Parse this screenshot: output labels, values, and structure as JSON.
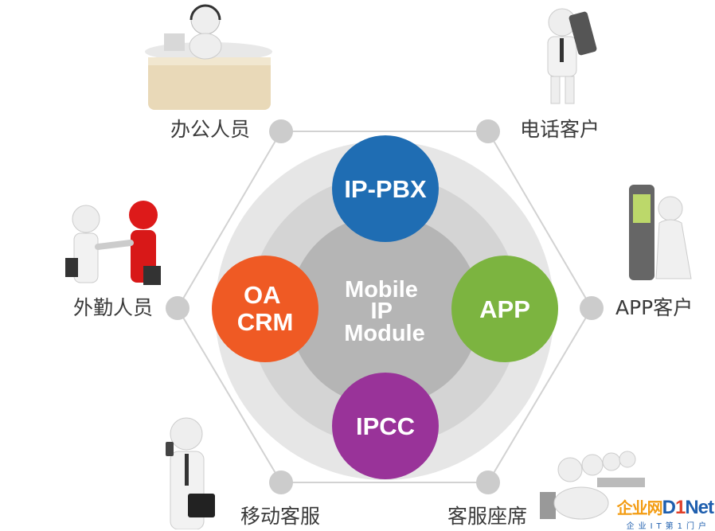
{
  "center": {
    "lines": [
      "Mobile",
      "IP",
      "Module"
    ]
  },
  "modules": [
    {
      "id": "ip-pbx",
      "lines": [
        "IP-PBX"
      ],
      "color": "#1f6db3"
    },
    {
      "id": "app",
      "lines": [
        "APP"
      ],
      "color": "#7cb440"
    },
    {
      "id": "ipcc",
      "lines": [
        "IPCC"
      ],
      "color": "#993399"
    },
    {
      "id": "oa-crm",
      "lines": [
        "OA",
        "CRM"
      ],
      "color": "#ef5a24"
    }
  ],
  "nodes": [
    {
      "id": "office-staff",
      "label": "办公人员",
      "icon": "receptionist-desk-icon"
    },
    {
      "id": "phone-customer",
      "label": "电话客户",
      "icon": "phone-caller-icon"
    },
    {
      "id": "app-customer",
      "label": "APP客户",
      "icon": "smartphone-user-icon"
    },
    {
      "id": "service-seat",
      "label": "客服座席",
      "icon": "call-center-agents-icon"
    },
    {
      "id": "mobile-service",
      "label": "移动客服",
      "icon": "mobile-businessman-icon"
    },
    {
      "id": "field-staff",
      "label": "外勤人员",
      "icon": "handshake-icon"
    }
  ],
  "logo": {
    "cn": "企业网",
    "brand_a": "D",
    "brand_one": "1",
    "brand_b": "Net",
    "sub": "企业IT第1门户"
  },
  "colors": {
    "hexagon": "#cfcfcf",
    "outer_ring": "#e3e3e3",
    "mid_ring": "#d2d2d2",
    "core": "#b4b4b4",
    "dot": "#cccccc"
  }
}
